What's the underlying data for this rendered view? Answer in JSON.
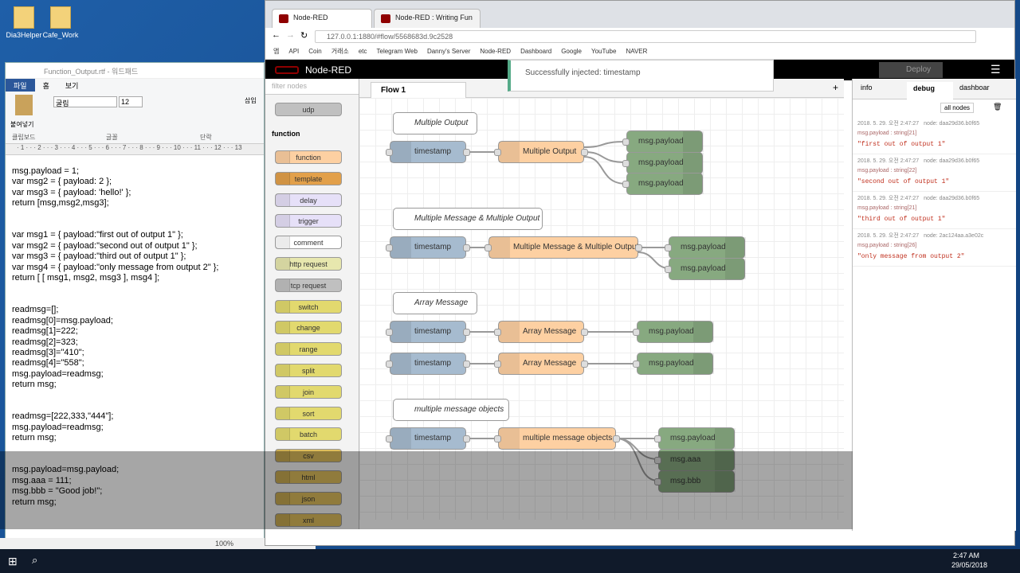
{
  "desktop": {
    "icons": [
      {
        "label": "Dia3Helper"
      },
      {
        "label": "Cafe_Work"
      }
    ]
  },
  "wordpad": {
    "title": "Function_Output.rtf - 워드패드",
    "tabs": [
      "파일",
      "홈",
      "보기"
    ],
    "font": "굴림",
    "size": "12",
    "groups": [
      "클립보드",
      "글꼴",
      "단락"
    ],
    "paste": "붙여넣기",
    "insert": "삽입",
    "ruler": "· 1 · ·  · 2 · ·  · 3 · ·  · 4 · ·  · 5 · ·  · 6 · ·  · 7 · ·  · 8 · ·  · 9 · ·  · 10 · ·  · 11 · ·  · 12 · ·  · 13",
    "code": "msg.payload = 1;\nvar msg2 = { payload: 2 };\nvar msg3 = { payload: 'hello!' };\nreturn [msg,msg2,msg3];\n\n\nvar msg1 = { payload:\"first out of output 1\" };\nvar msg2 = { payload:\"second out of output 1\" };\nvar msg3 = { payload:\"third out of output 1\" };\nvar msg4 = { payload:\"only message from output 2\" };\nreturn [ [ msg1, msg2, msg3 ], msg4 ];\n\n\nreadmsg=[];\nreadmsg[0]=msg.payload;\nreadmsg[1]=222;\nreadmsg[2]=323;\nreadmsg[3]=\"410\";\nreadmsg[4]=\"558\";\nmsg.payload=readmsg;\nreturn msg;\n\n\nreadmsg=[222,333,\"444\"];\nmsg.payload=readmsg;\nreturn msg;\n\n\nmsg.payload=msg.payload;\nmsg.aaa = 111;\nmsg.bbb = \"Good job!\";\nreturn msg;",
    "zoom": "100%"
  },
  "browser": {
    "tabs": [
      "Node-RED",
      "Node-RED : Writing Fun"
    ],
    "url": "127.0.0.1:1880/#flow/5568683d.9c2528",
    "bookmarks": [
      "앱",
      "API",
      "Coin",
      "거래소",
      "etc",
      "Telegram Web",
      "Danny's Server",
      "Node-RED",
      "Dashboard",
      "Google",
      "YouTube",
      "NAVER"
    ]
  },
  "nodered": {
    "title": "Node-RED",
    "deploy": "Deploy",
    "notice": "Successfully injected: timestamp",
    "filter": "filter nodes",
    "flow_tab": "Flow 1",
    "palette": {
      "top": "udp",
      "category": "function",
      "nodes": [
        "function",
        "template",
        "delay",
        "trigger",
        "comment",
        "http request",
        "tcp request",
        "switch",
        "change",
        "range",
        "split",
        "join",
        "sort",
        "batch",
        "csv",
        "html",
        "json",
        "xml"
      ]
    },
    "comments": [
      "Multiple Output",
      "Multiple Message & Multiple Output",
      "Array Message",
      "multiple message objects"
    ],
    "ts": "timestamp",
    "functions": [
      "Multiple Output",
      "Multiple Message & Multiple Output",
      "Array Message",
      "Array Message",
      "multiple message objects"
    ],
    "debug_labels": [
      "msg.payload",
      "msg.payload",
      "msg.payload",
      "msg.payload",
      "msg.payload",
      "msg.payload",
      "msg.payload",
      "msg.payload",
      "msg.aaa",
      "msg.bbb"
    ],
    "side_tabs": [
      "info",
      "debug",
      "dashboar"
    ],
    "all_nodes": "all nodes",
    "messages": [
      {
        "time": "2018. 5. 29. 오전 2:47:27",
        "node": "node: daa29d36.b0f65",
        "type": "msg.payload : string[21]",
        "payload": "\"first out of output 1\""
      },
      {
        "time": "2018. 5. 29. 오전 2:47:27",
        "node": "node: daa29d36.b0f65",
        "type": "msg.payload : string[22]",
        "payload": "\"second out of output 1\""
      },
      {
        "time": "2018. 5. 29. 오전 2:47:27",
        "node": "node: daa29d36.b0f65",
        "type": "msg.payload : string[21]",
        "payload": "\"third out of output 1\""
      },
      {
        "time": "2018. 5. 29. 오전 2:47:27",
        "node": "node: 2ac124aa.a3e02c",
        "type": "msg.payload : string[26]",
        "payload": "\"only message from output 2\""
      }
    ]
  },
  "taskbar": {
    "time": "2:47 AM",
    "date": "29/05/2018"
  },
  "colors": {
    "deploy": "#444",
    "nr_red": "#8f0000"
  }
}
